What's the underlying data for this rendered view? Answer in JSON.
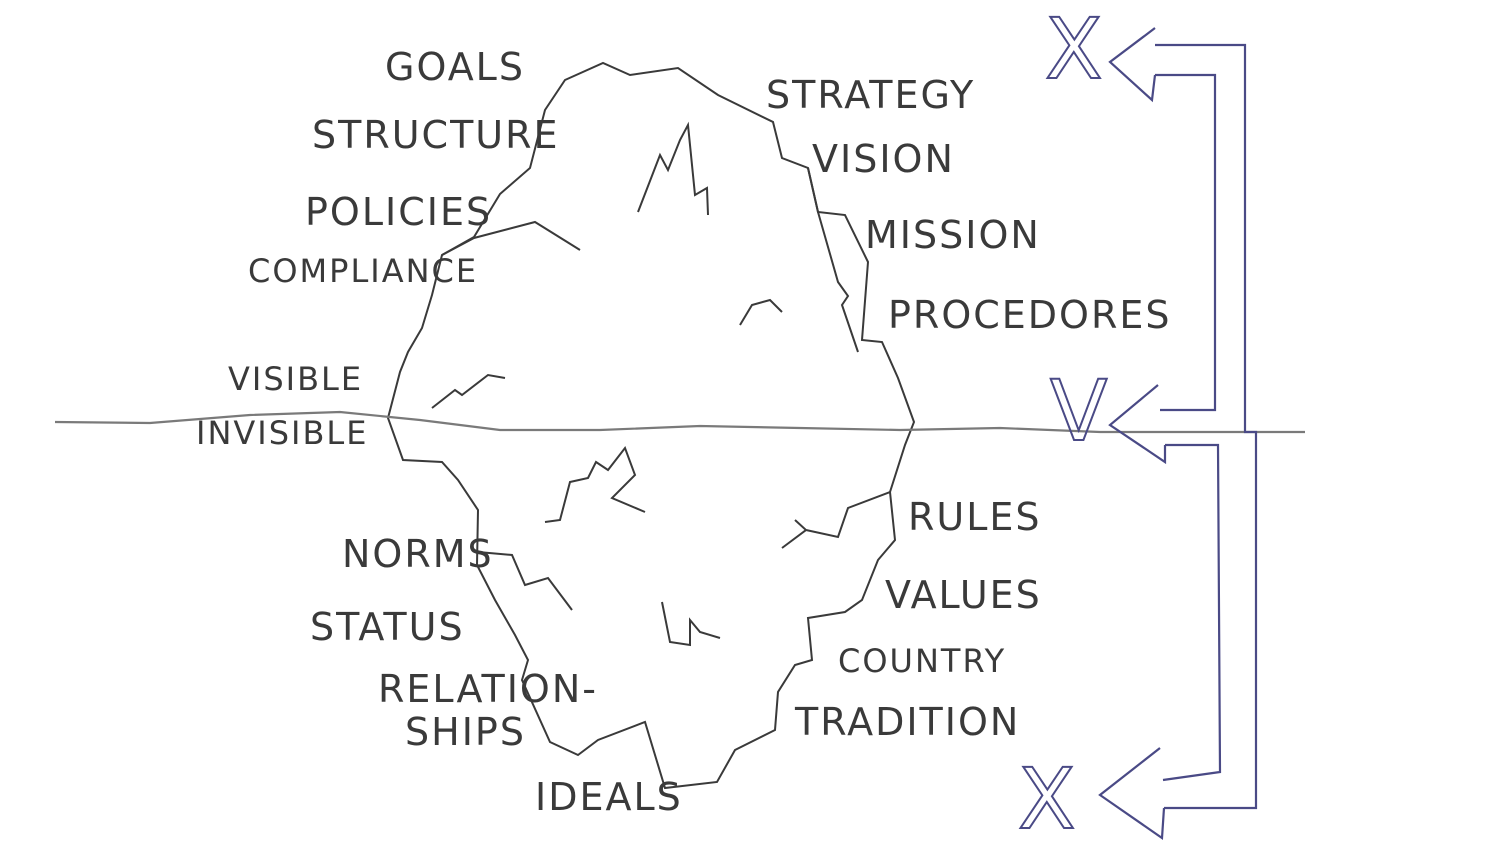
{
  "labels": {
    "above": {
      "goals": "GOALS",
      "structure": "STRUCTURE",
      "policies": "POLICIES",
      "compliance": "COMPLIANCE",
      "strategy": "STRATEGY",
      "vision": "VISION",
      "mission": "MISSION",
      "procedures": "PROCEDORES"
    },
    "waterline": {
      "visible": "VISIBLE",
      "invisible": "INVISIBLE"
    },
    "below": {
      "norms": "NORMS",
      "status": "STATUS",
      "relationships_line1": "RELATION-",
      "relationships_line2": "SHIPS",
      "ideals": "IDEALS",
      "rules": "RULES",
      "values": "VALUES",
      "country": "COUNTRY",
      "tradition": "TRADITION"
    }
  },
  "marks": {
    "top": "X",
    "middle": "V",
    "bottom": "X"
  },
  "colors": {
    "ink": "#3a3a3a",
    "water": "#7a7a7a",
    "arrow": "#4a4a86"
  }
}
